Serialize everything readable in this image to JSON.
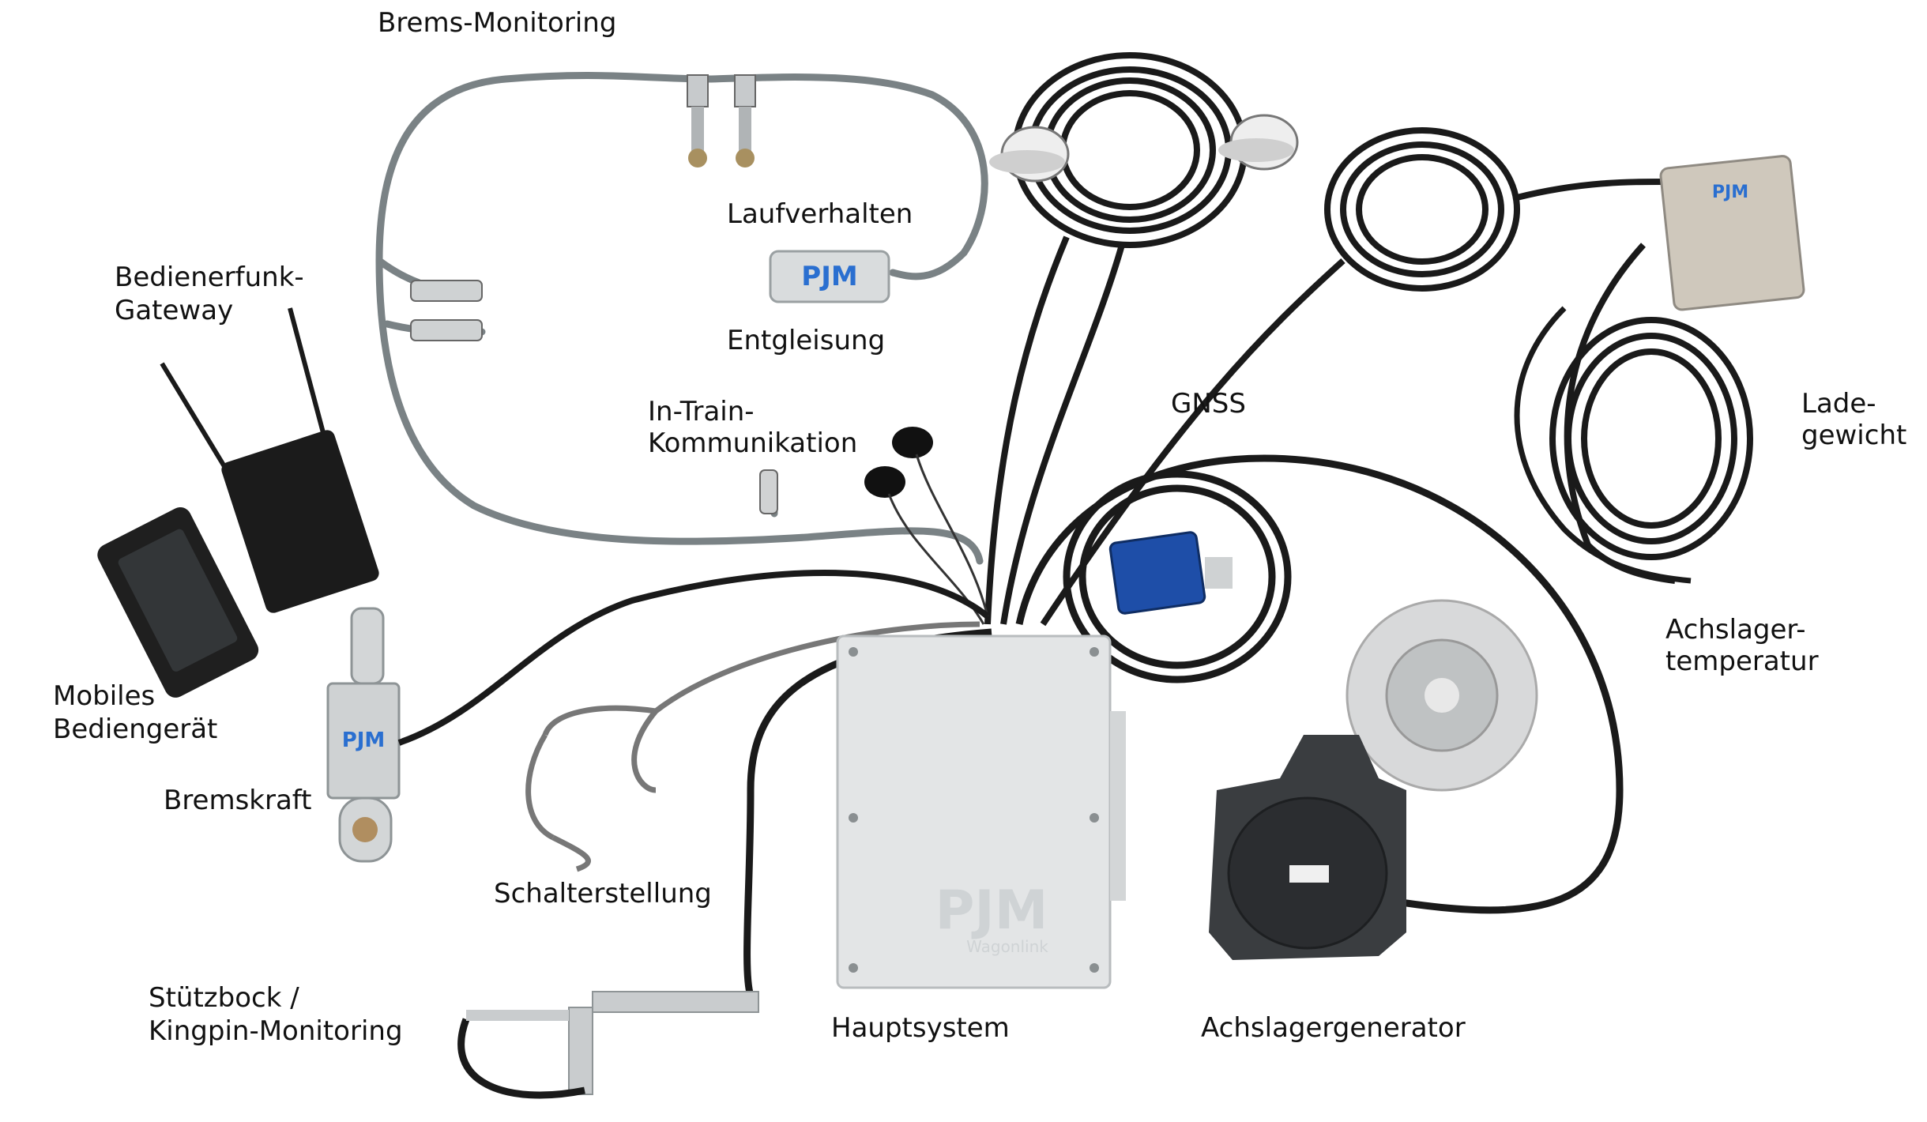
{
  "labels": {
    "brems_monitoring": "Brems-Monitoring",
    "laufverhalten": "Laufverhalten",
    "entgleisung": "Entgleisung",
    "bedienerfunk_line1": "Bedienerfunk-",
    "bedienerfunk_line2": "Gateway",
    "in_train_line1": "In-Train-",
    "in_train_line2": "Kommunikation",
    "gnss": "GNSS",
    "ladegewicht_line1": "Lade-",
    "ladegewicht_line2": "gewicht",
    "achslagertemp_line1": "Achslager-",
    "achslagertemp_line2": "temperatur",
    "mobiles_line1": "Mobiles",
    "mobiles_line2": "Bediengerät",
    "bremskraft": "Bremskraft",
    "schalterstellung": "Schalterstellung",
    "stuetzbock_line1": "Stützbock /",
    "stuetzbock_line2": "Kingpin-Monitoring",
    "hauptsystem": "Hauptsystem",
    "achslagergenerator": "Achslagergenerator"
  },
  "device_text": {
    "brand": "PJM",
    "hauptsystem_sub": "Wagonlink"
  },
  "colors": {
    "cable_black": "#1a1a1a",
    "cable_grey": "#7a8285",
    "metal_light": "#d7dadb",
    "box_grey": "#e3e5e6",
    "brand_blue": "#2a6fd0",
    "housing_dark": "#3a3d40"
  }
}
